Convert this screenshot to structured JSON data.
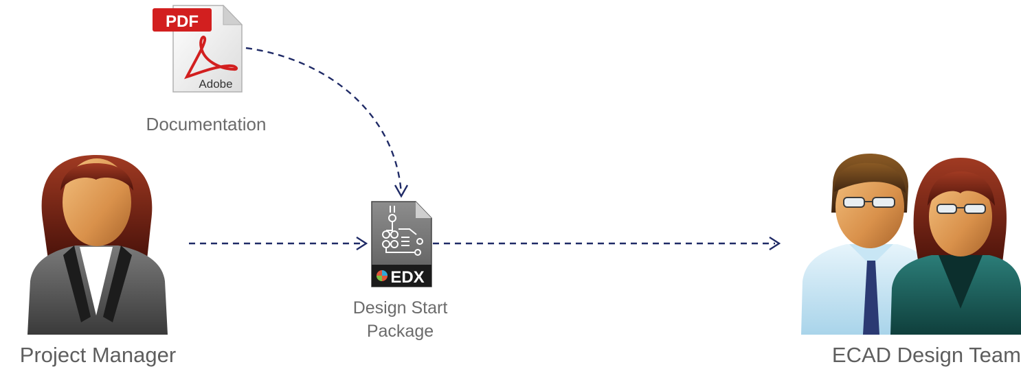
{
  "diagram": {
    "nodes": {
      "documentation": {
        "label": "Documentation",
        "icon": "pdf-file-icon",
        "badge_text": "PDF",
        "logo_text": "Adobe"
      },
      "design_start_package": {
        "label_line1": "Design Start",
        "label_line2": "Package",
        "icon": "edx-file-icon",
        "badge_text": "EDX"
      },
      "project_manager": {
        "label": "Project Manager",
        "icon": "businesswoman-avatar-icon"
      },
      "ecad_design_team": {
        "label": "ECAD Design Team",
        "icon": "team-avatar-icon"
      }
    },
    "edges": [
      {
        "from": "documentation",
        "to": "design_start_package",
        "style": "dashed"
      },
      {
        "from": "project_manager",
        "to": "design_start_package",
        "style": "dashed"
      },
      {
        "from": "design_start_package",
        "to": "ecad_design_team",
        "style": "dashed"
      }
    ],
    "colors": {
      "arrow": "#1f2a66",
      "label": "#6b6b6b",
      "pdf_red": "#d21f1f"
    }
  }
}
